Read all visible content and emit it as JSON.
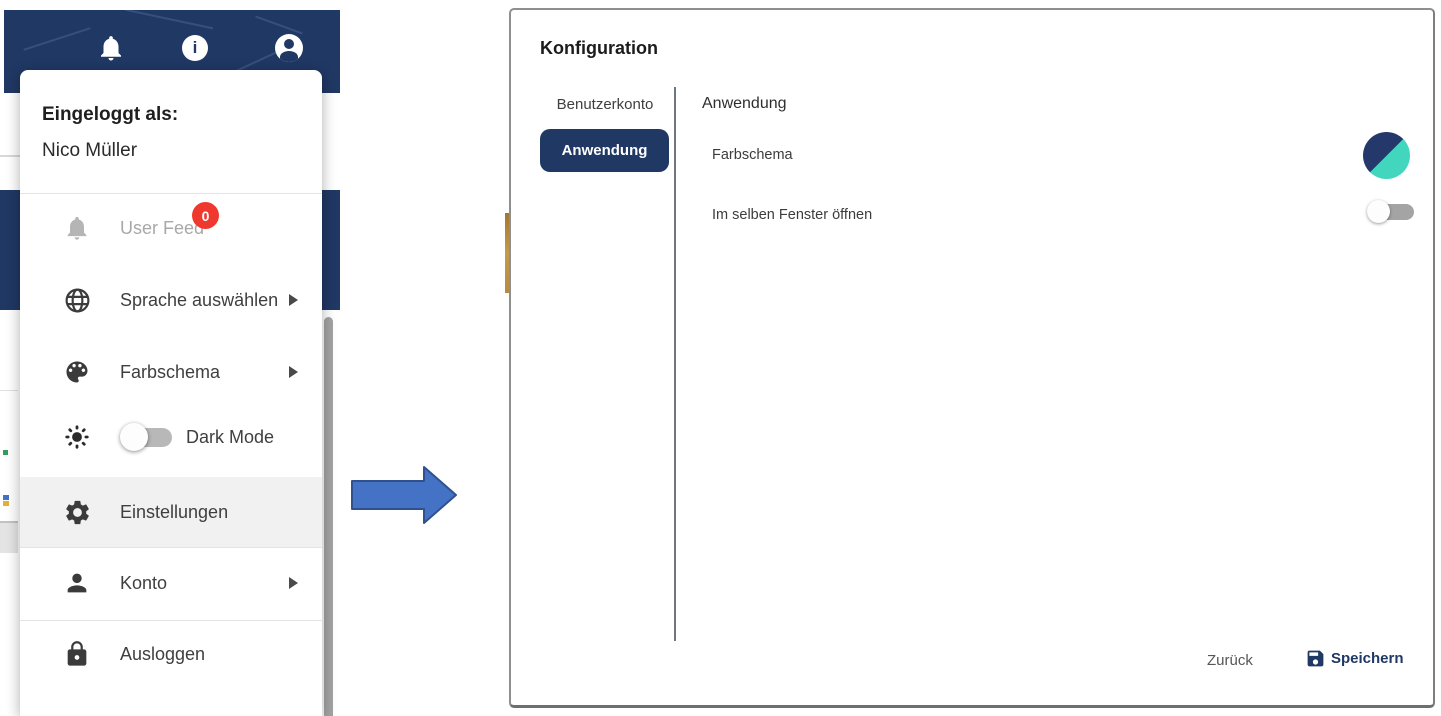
{
  "app": {
    "header": {
      "icons": [
        "bell-icon",
        "info-icon",
        "account-icon"
      ]
    },
    "user_menu": {
      "logged_in_as": "Eingeloggt als:",
      "user_name": "Nico Müller",
      "items": [
        {
          "label": "User Feed",
          "icon": "bell-icon",
          "badge": "0",
          "state": "disabled"
        },
        {
          "label": "Sprache auswählen",
          "icon": "globe-icon",
          "submenu": true
        },
        {
          "label": "Farbschema",
          "icon": "palette-icon",
          "submenu": true
        },
        {
          "label": "Dark Mode",
          "icon": "brightness-icon",
          "toggle": "off"
        },
        {
          "label": "Einstellungen",
          "icon": "gear-icon",
          "state": "highlighted"
        },
        {
          "label": "Konto",
          "icon": "person-icon",
          "submenu": true
        },
        {
          "label": "Ausloggen",
          "icon": "lock-icon"
        }
      ]
    }
  },
  "dialog": {
    "title": "Konfiguration",
    "tabs": [
      {
        "label": "Benutzerkonto",
        "active": false
      },
      {
        "label": "Anwendung",
        "active": true
      }
    ],
    "panel": {
      "heading": "Anwendung",
      "settings": [
        {
          "label": "Farbschema",
          "control": "color-scheme-icon"
        },
        {
          "label": "Im selben Fenster öffnen",
          "control": "toggle",
          "value": "off"
        }
      ]
    },
    "footer": {
      "back": "Zurück",
      "save": "Speichern",
      "save_icon": "save-icon"
    }
  },
  "colors": {
    "navy": "#1f3864",
    "teal": "#43d6bf",
    "badge_red": "#ef392e",
    "arrow_fill": "#4472c4",
    "arrow_stroke": "#2f528f"
  }
}
